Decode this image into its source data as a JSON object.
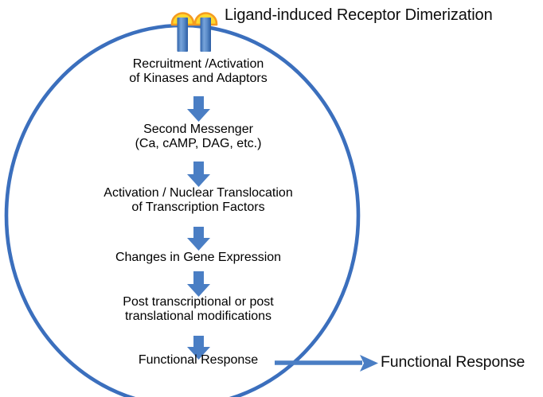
{
  "diagram": {
    "title": "Ligand-induced Receptor Dimerization",
    "receptor_icon": "receptor-dimer-icon",
    "cell_boundary_icon": "cell-membrane-ellipse",
    "colors": {
      "membrane_blue": "#3b6fbd",
      "arrow_blue": "#4a7ec4",
      "ligand_yellow": "#ffd92e",
      "ligand_outline": "#f59b20",
      "receptor_blue_dark": "#2f64ae",
      "receptor_blue_light": "#7ca8dd",
      "text_black": "#0d0d0d"
    },
    "steps": [
      {
        "id": "step-recruitment",
        "lines": [
          "Recruitment /Activation",
          "of Kinases and Adaptors"
        ]
      },
      {
        "id": "step-second-messenger",
        "lines": [
          "Second Messenger",
          "(Ca, cAMP, DAG, etc.)"
        ]
      },
      {
        "id": "step-transcription-factors",
        "lines": [
          "Activation / Nuclear Translocation",
          "of Transcription Factors"
        ]
      },
      {
        "id": "step-gene-expression",
        "lines": [
          "Changes in Gene Expression"
        ]
      },
      {
        "id": "step-modifications",
        "lines": [
          "Post transcriptional or post",
          "translational modifications"
        ]
      },
      {
        "id": "step-functional-response",
        "lines": [
          "Functional Response"
        ]
      }
    ],
    "output": {
      "label": "Functional Response",
      "arrow_icon": "right-arrow-icon"
    },
    "flow_arrows": [
      {
        "id": "arrow-1",
        "icon": "down-arrow-icon"
      },
      {
        "id": "arrow-2",
        "icon": "down-arrow-icon"
      },
      {
        "id": "arrow-3",
        "icon": "down-arrow-icon"
      },
      {
        "id": "arrow-4",
        "icon": "down-arrow-icon"
      },
      {
        "id": "arrow-5",
        "icon": "down-arrow-icon"
      }
    ]
  }
}
